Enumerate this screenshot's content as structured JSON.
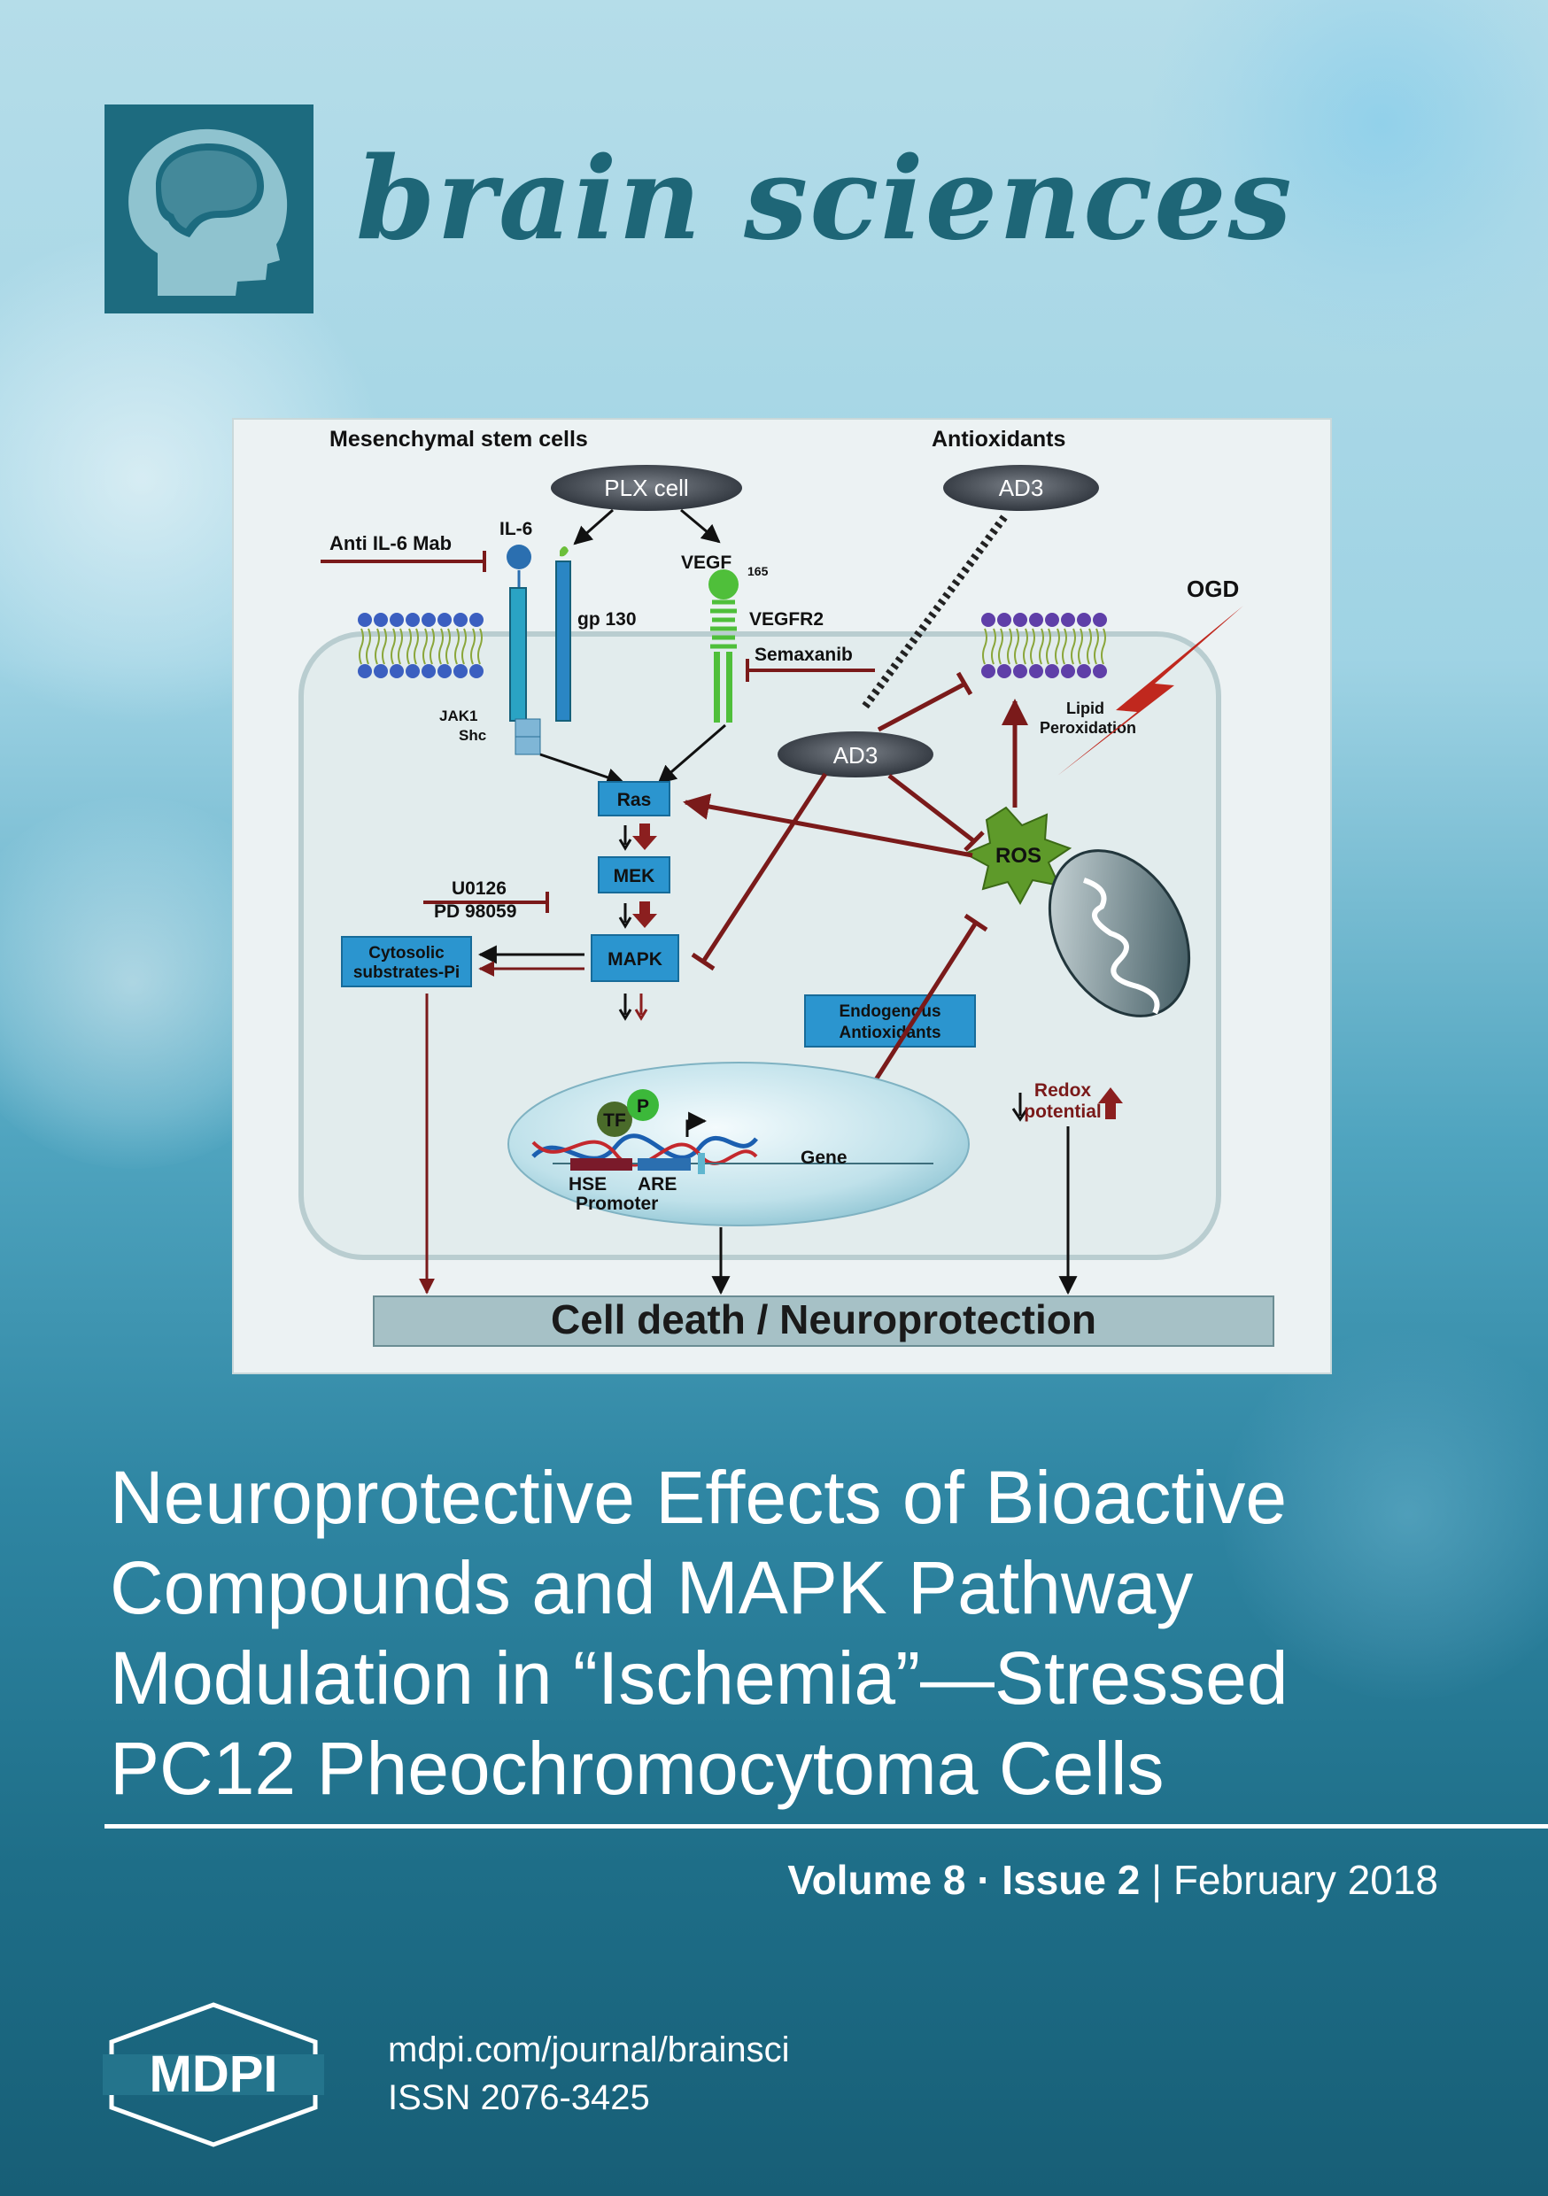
{
  "journal": {
    "name": "brain sciences",
    "logo_icon": "head-silhouette-brain-icon"
  },
  "figure": {
    "labels": {
      "msc": "Mesenchymal stem cells",
      "antioxidants": "Antioxidants",
      "plx": "PLX cell",
      "ad3_top": "AD3",
      "ad3_mid": "AD3",
      "anti_il6": "Anti IL-6 Mab",
      "il6": "IL-6",
      "vegf": "VEGF",
      "vegf_sub": "165",
      "gp130": "gp 130",
      "vegfr2": "VEGFR2",
      "semaxanib": "Semaxanib",
      "jak1": "JAK1",
      "shc": "Shc",
      "lipid1": "Lipid",
      "lipid2": "Peroxidation",
      "ogd": "OGD",
      "ras": "Ras",
      "mek": "MEK",
      "mapk": "MAPK",
      "ros": "ROS",
      "u0126": "U0126",
      "pd98059": "PD 98059",
      "cyto1": "Cytosolic",
      "cyto2": "substrates-Pi",
      "endo1": "Endogenous",
      "endo2": "Antioxidants",
      "redox1": "Redox",
      "redox2": "potential",
      "tf": "TF",
      "p": "P",
      "gene": "Gene",
      "hse": "HSE",
      "are": "ARE",
      "promoter": "Promoter",
      "banner": "Cell death / Neuroprotection"
    }
  },
  "article": {
    "title_lines": [
      "Neuroprotective Effects of Bioactive",
      "Compounds and MAPK Pathway",
      "Modulation in “Ischemia”—Stressed",
      "PC12 Pheochromocytoma Cells"
    ]
  },
  "issue": {
    "volume": "Volume 8",
    "separator": "·",
    "issue": "Issue 2",
    "divider": "|",
    "date": "February 2018"
  },
  "publisher": {
    "logo_text": "MDPI",
    "url": "mdpi.com/journal/brainsci",
    "issn": "ISSN 2076-3425"
  },
  "colors": {
    "logo_teal": "#1d6b7f",
    "box_blue": "#2b95cf",
    "inhibit_red": "#7a1a1a",
    "ros_green": "#5e9a2a",
    "ogd_red": "#c0281e"
  }
}
